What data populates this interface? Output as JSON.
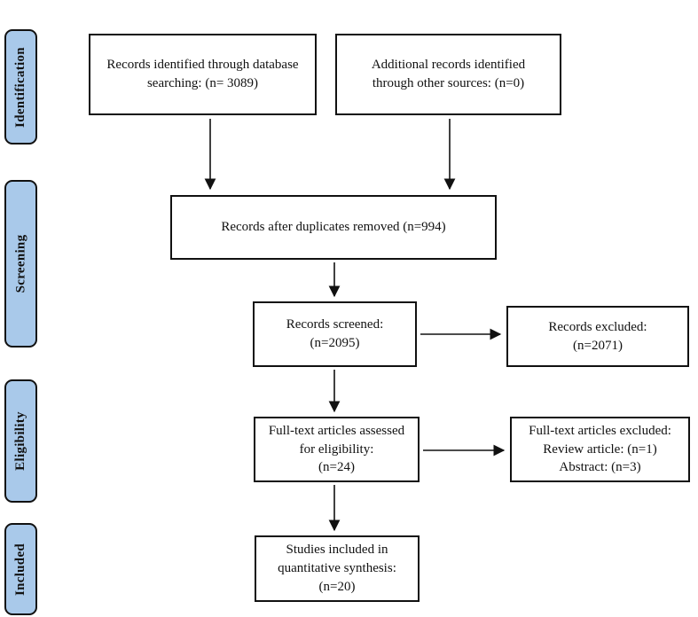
{
  "diagram": {
    "type": "prisma-flow-diagram",
    "colors": {
      "stage_fill": "#A9C9EA",
      "border": "#111111",
      "background": "#ffffff",
      "arrow": "#111111"
    }
  },
  "sidebar": {
    "items": [
      {
        "id": "identification",
        "label": "Identification"
      },
      {
        "id": "screening",
        "label": "Screening"
      },
      {
        "id": "eligibility",
        "label": "Eligibility"
      },
      {
        "id": "included",
        "label": "Included"
      }
    ]
  },
  "boxes": {
    "records_db": {
      "lines": [
        "Records identified through database",
        "searching: (n= 3089)"
      ],
      "n": 3089
    },
    "records_other": {
      "lines": [
        "Additional records identified",
        "through other sources: (n=0)"
      ],
      "n": 0
    },
    "after_duplicates": {
      "lines": [
        "Records after duplicates removed (n=994)"
      ],
      "n": 994
    },
    "screened": {
      "lines": [
        "Records screened:",
        "(n=2095)"
      ],
      "n": 2095
    },
    "records_excluded": {
      "lines": [
        "Records excluded:",
        "(n=2071)"
      ],
      "n": 2071
    },
    "fulltext_assessed": {
      "lines": [
        "Full-text articles assessed",
        "for eligibility:",
        "(n=24)"
      ],
      "n": 24
    },
    "fulltext_excluded": {
      "lines": [
        "Full-text articles excluded:",
        "Review article: (n=1)",
        "Abstract: (n=3)"
      ],
      "n_review": 1,
      "n_abstract": 3
    },
    "included_studies": {
      "lines": [
        "Studies included in",
        "quantitative synthesis:",
        "(n=20)"
      ],
      "n": 20
    }
  }
}
